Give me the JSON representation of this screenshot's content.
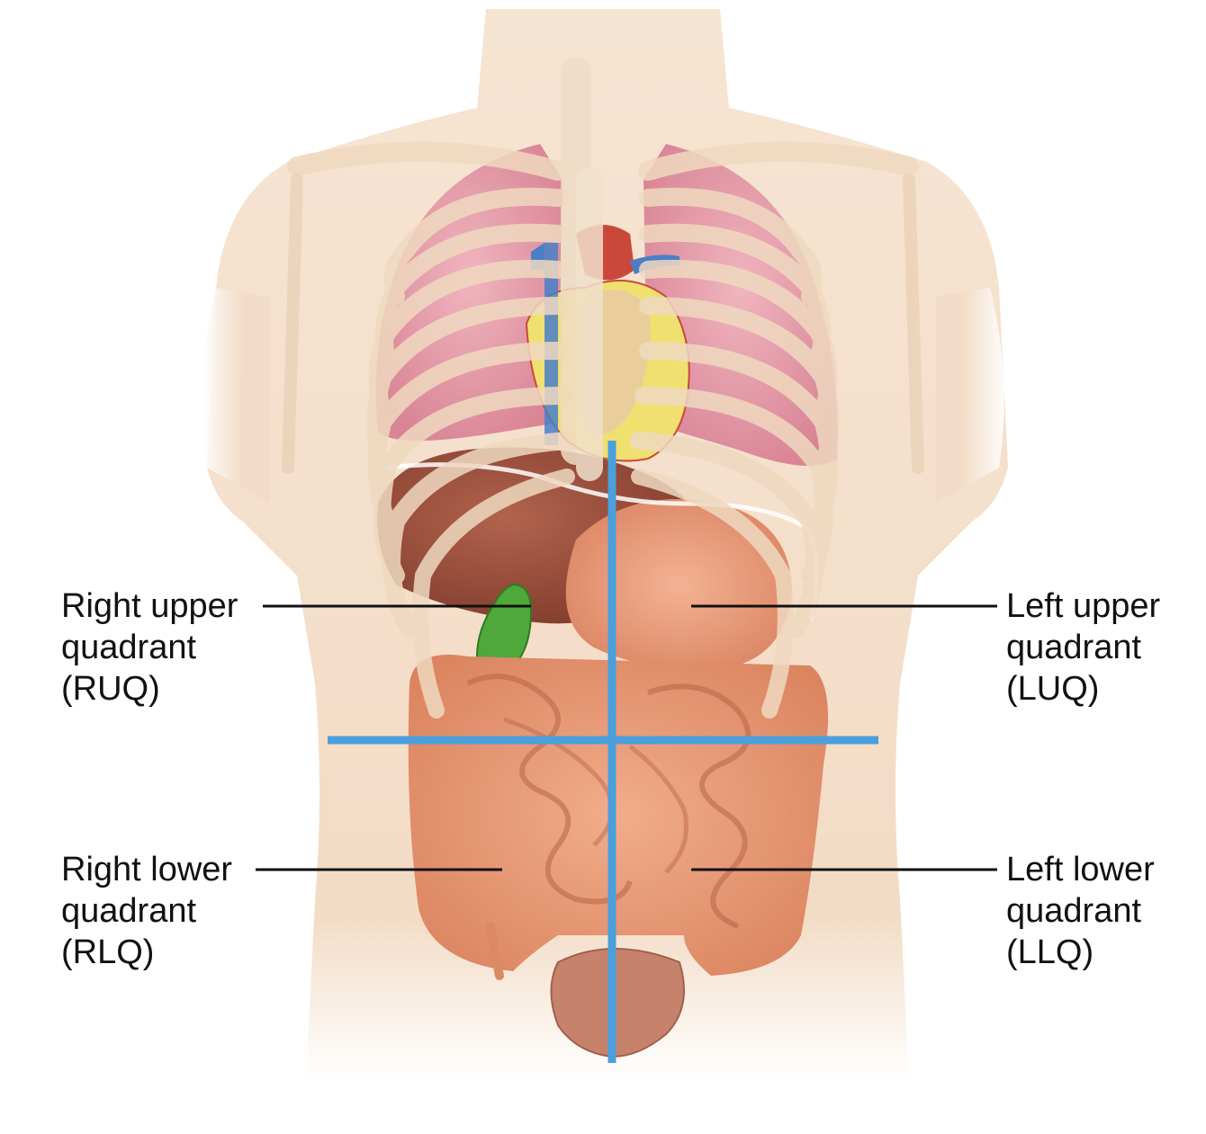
{
  "quadrants": {
    "ruq": {
      "line1": "Right upper",
      "line2": "quadrant",
      "line3": "(RUQ)"
    },
    "luq": {
      "line1": "Left upper",
      "line2": "quadrant",
      "line3": "(LUQ)"
    },
    "rlq": {
      "line1": "Right lower",
      "line2": "quadrant",
      "line3": "(RLQ)"
    },
    "llq": {
      "line1": "Left lower",
      "line2": "quadrant",
      "line3": "(LLQ)"
    }
  },
  "colors": {
    "divider_lines": "#4a9fdc",
    "leader_lines": "#111111",
    "skin": "#f3dcc6",
    "bone": "#f0d9c0",
    "lung": "#e9a7b2",
    "liver": "#9a4f3c",
    "stomach": "#e8a07f",
    "intestine": "#e38f68",
    "gallbladder": "#4ea83a",
    "heart": "#c9483a",
    "vein": "#4a7fc8"
  }
}
